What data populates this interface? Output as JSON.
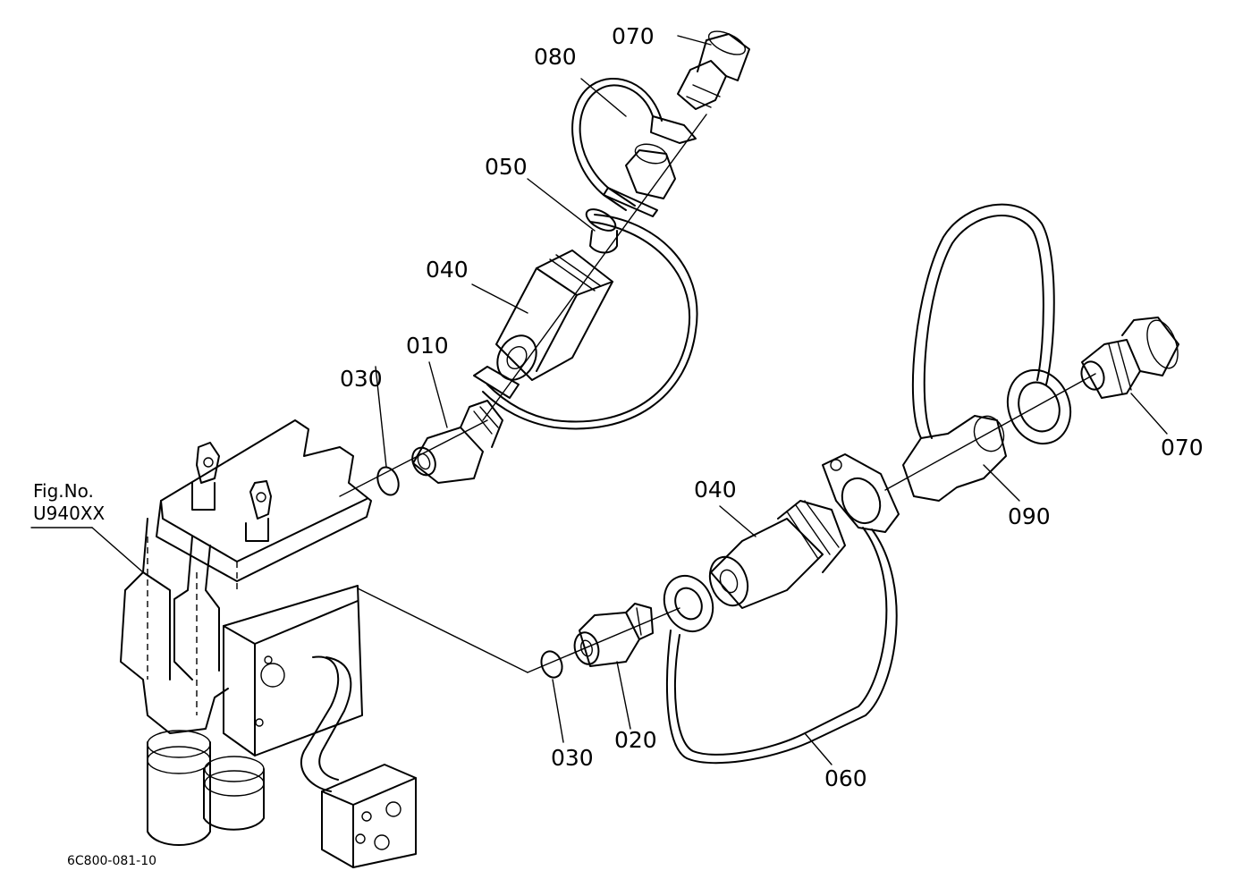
{
  "figure": {
    "fig_caption": "Fig.No.",
    "fig_number": "U940XX",
    "drawing_code": "6C800-081-10"
  },
  "labels": {
    "p010": "010",
    "p020": "020",
    "p030_upper": "030",
    "p030_lower": "030",
    "p040_upper": "040",
    "p040_lower": "040",
    "p050": "050",
    "p060": "060",
    "p070_upper": "070",
    "p070_right": "070",
    "p080": "080",
    "p090": "090"
  }
}
